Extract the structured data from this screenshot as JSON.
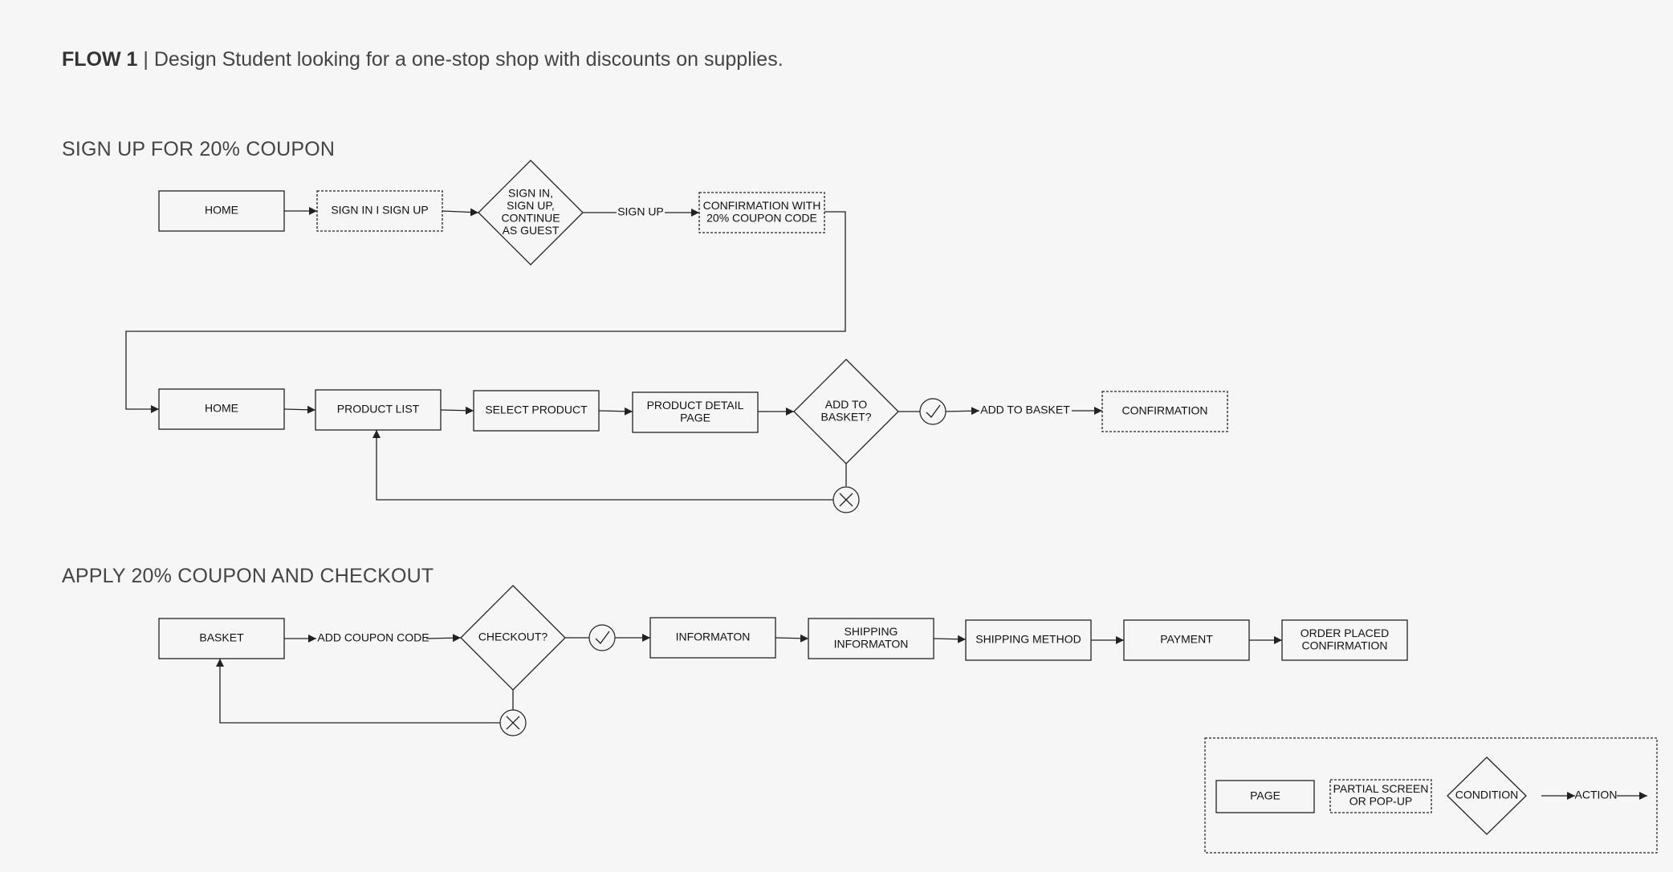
{
  "header": {
    "flow_label": "FLOW 1",
    "separator": "|",
    "description": "Design Student looking for a one-stop shop with discounts on supplies."
  },
  "sections": {
    "signup": {
      "title": "SIGN UP FOR 20% COUPON"
    },
    "checkout": {
      "title": "APPLY 20% COUPON AND CHECKOUT"
    }
  },
  "nodes": {
    "home1": {
      "kind": "page",
      "lines": [
        "HOME"
      ]
    },
    "signin": {
      "kind": "partial",
      "lines": [
        "SIGN IN I SIGN UP"
      ]
    },
    "cond_signin": {
      "kind": "condition",
      "lines": [
        "SIGN IN,",
        "SIGN UP,",
        "CONTINUE",
        "AS GUEST"
      ]
    },
    "act_signup": {
      "kind": "action",
      "text": "SIGN UP"
    },
    "confirm_coupon": {
      "kind": "partial",
      "lines": [
        "CONFIRMATION WITH",
        "20% COUPON CODE"
      ]
    },
    "home2": {
      "kind": "page",
      "lines": [
        "HOME"
      ]
    },
    "product_list": {
      "kind": "page",
      "lines": [
        "PRODUCT LIST"
      ]
    },
    "select_product": {
      "kind": "page",
      "lines": [
        "SELECT PRODUCT"
      ]
    },
    "product_detail": {
      "kind": "page",
      "lines": [
        "PRODUCT DETAIL",
        "PAGE"
      ]
    },
    "cond_basket": {
      "kind": "condition",
      "lines": [
        "ADD TO",
        "BASKET?"
      ]
    },
    "act_add_basket": {
      "kind": "action",
      "text": "ADD TO BASKET"
    },
    "confirmation": {
      "kind": "partial",
      "lines": [
        "CONFIRMATION"
      ]
    },
    "basket": {
      "kind": "page",
      "lines": [
        "BASKET"
      ]
    },
    "act_coupon": {
      "kind": "action",
      "text": "ADD COUPON CODE"
    },
    "cond_checkout": {
      "kind": "condition",
      "lines": [
        "CHECKOUT?"
      ]
    },
    "information": {
      "kind": "page",
      "lines": [
        "INFORMATON"
      ]
    },
    "shipping_info": {
      "kind": "page",
      "lines": [
        "SHIPPING",
        "INFORMATON"
      ]
    },
    "shipping_method": {
      "kind": "page",
      "lines": [
        "SHIPPING METHOD"
      ]
    },
    "payment": {
      "kind": "page",
      "lines": [
        "PAYMENT"
      ]
    },
    "order_placed": {
      "kind": "page",
      "lines": [
        "ORDER PLACED",
        "CONFIRMATION"
      ]
    }
  },
  "legend": {
    "page": [
      "PAGE"
    ],
    "partial": [
      "PARTIAL SCREEN",
      "OR POP-UP"
    ],
    "condition": [
      "CONDITION"
    ],
    "action": "ACTION"
  }
}
